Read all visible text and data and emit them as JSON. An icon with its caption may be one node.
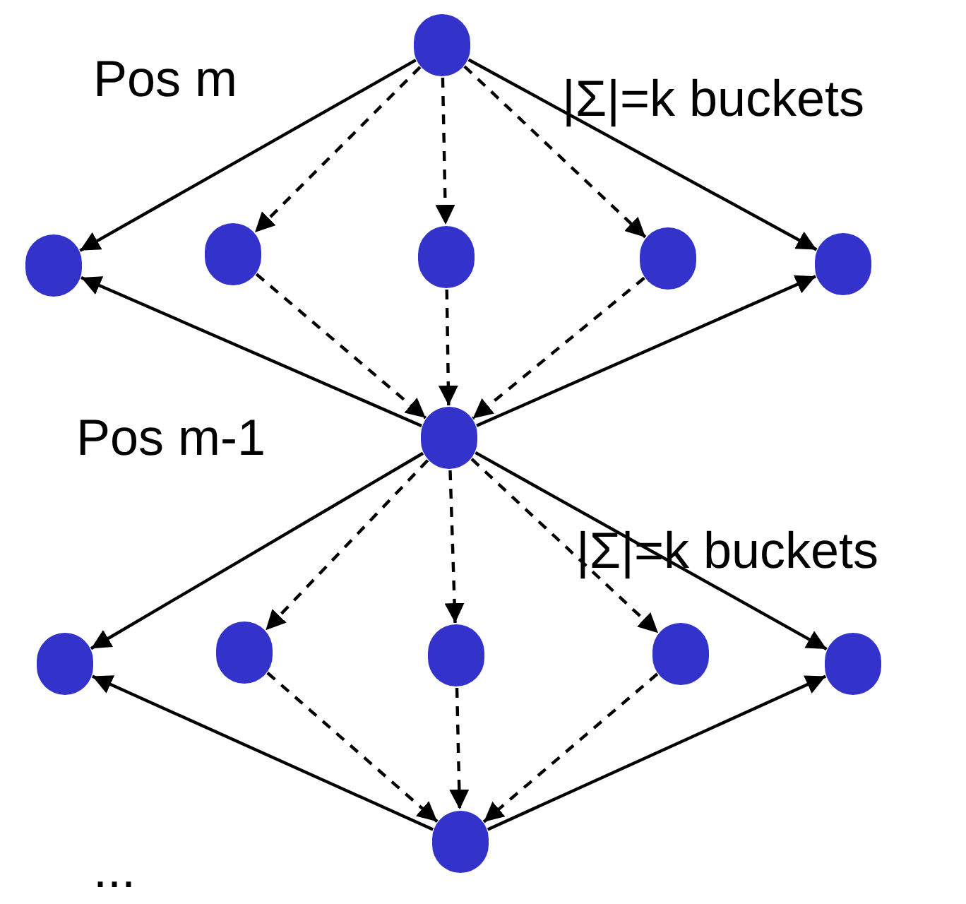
{
  "diagram": {
    "nodes": [
      {
        "text": [],
        "shape": "circle"
      },
      {
        "text": [],
        "shape": "circle"
      },
      {
        "text": [],
        "shape": "circle"
      },
      {
        "text": [],
        "shape": "circle"
      },
      {
        "text": [],
        "shape": "circle"
      },
      {
        "text": [],
        "shape": "circle"
      },
      {
        "text": [],
        "shape": "circle"
      },
      {
        "text": [],
        "shape": "circle"
      },
      {
        "text": [],
        "shape": "circle"
      },
      {
        "text": [],
        "shape": "circle"
      },
      {
        "text": [],
        "shape": "circle"
      },
      {
        "text": [],
        "shape": "circle"
      },
      {
        "text": [],
        "shape": "circle"
      }
    ],
    "edges": [
      {
        "from": 0,
        "to": 1,
        "arrow": "to"
      },
      {
        "from": 0,
        "to": 2,
        "arrow": "to",
        "style": "dashed"
      },
      {
        "from": 0,
        "to": 3,
        "arrow": "to",
        "style": "dashed"
      },
      {
        "from": 0,
        "to": 4,
        "arrow": "to",
        "style": "dashed"
      },
      {
        "from": 0,
        "to": 5,
        "arrow": "to"
      },
      {
        "from": 6,
        "to": 1,
        "arrow": "to"
      },
      {
        "from": 2,
        "to": 6,
        "arrow": "to",
        "style": "dashed"
      },
      {
        "from": 3,
        "to": 6,
        "arrow": "to",
        "style": "dashed"
      },
      {
        "from": 4,
        "to": 6,
        "arrow": "to",
        "style": "dashed"
      },
      {
        "from": 6,
        "to": 5,
        "arrow": "to"
      },
      {
        "from": 6,
        "to": 7,
        "arrow": "to"
      },
      {
        "from": 6,
        "to": 8,
        "arrow": "to",
        "style": "dashed"
      },
      {
        "from": 6,
        "to": 9,
        "arrow": "to",
        "style": "dashed"
      },
      {
        "from": 6,
        "to": 10,
        "arrow": "to",
        "style": "dashed"
      },
      {
        "from": 6,
        "to": 11,
        "arrow": "to"
      },
      {
        "from": 12,
        "to": 7,
        "arrow": "to"
      },
      {
        "from": 8,
        "to": 12,
        "arrow": "to",
        "style": "dashed"
      },
      {
        "from": 9,
        "to": 12,
        "arrow": "to",
        "style": "dashed"
      },
      {
        "from": 10,
        "to": 12,
        "arrow": "to",
        "style": "dashed"
      },
      {
        "from": 12,
        "to": 11,
        "arrow": "to"
      }
    ],
    "labels": [
      "Pos m",
      "|Σ|=k buckets",
      "Pos m-1",
      "|Σ|=k buckets",
      "..."
    ]
  }
}
